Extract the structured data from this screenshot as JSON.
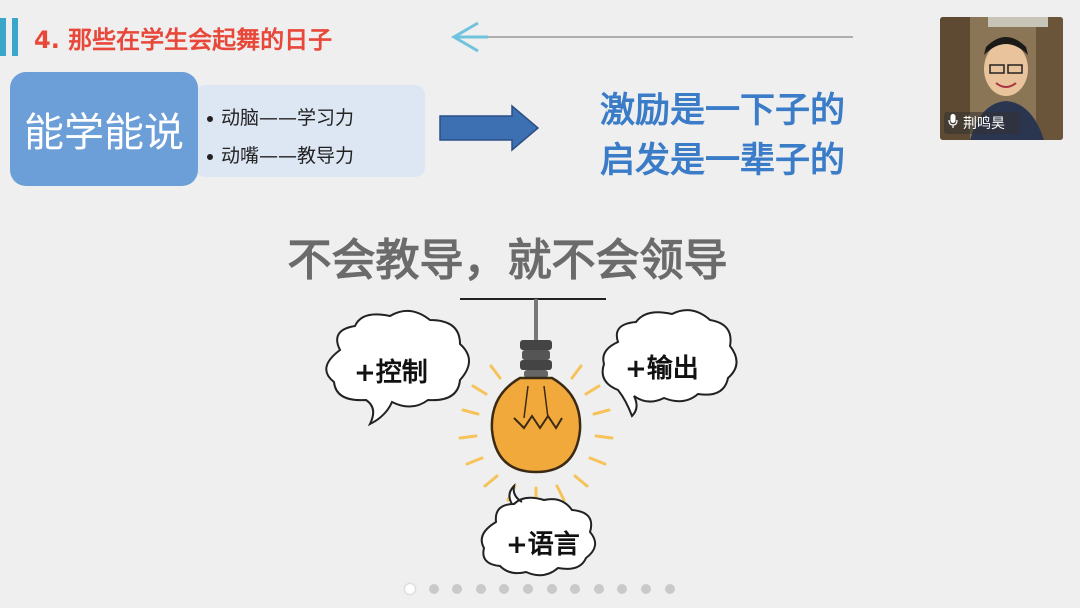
{
  "slide": {
    "title": "4. 那些在学生会起舞的日子",
    "main_box": "能学能说",
    "bullets": [
      "动脑——学习力",
      "动嘴——教导力"
    ],
    "right_lines": [
      "激励是一下子的",
      "启发是一辈子的"
    ],
    "headline": "不会教导，就不会领导",
    "bubbles": {
      "left": "+控制",
      "right": "+输出",
      "bottom": "+语言"
    }
  },
  "video": {
    "participant_name": "荆鸣昊"
  },
  "pagination": {
    "total": 12,
    "active_index": 0
  },
  "colors": {
    "title_red": "#e8483a",
    "accent_blue": "#3a7cc8",
    "box_blue": "#6c9ed8",
    "bulb_orange": "#f2a93b"
  }
}
